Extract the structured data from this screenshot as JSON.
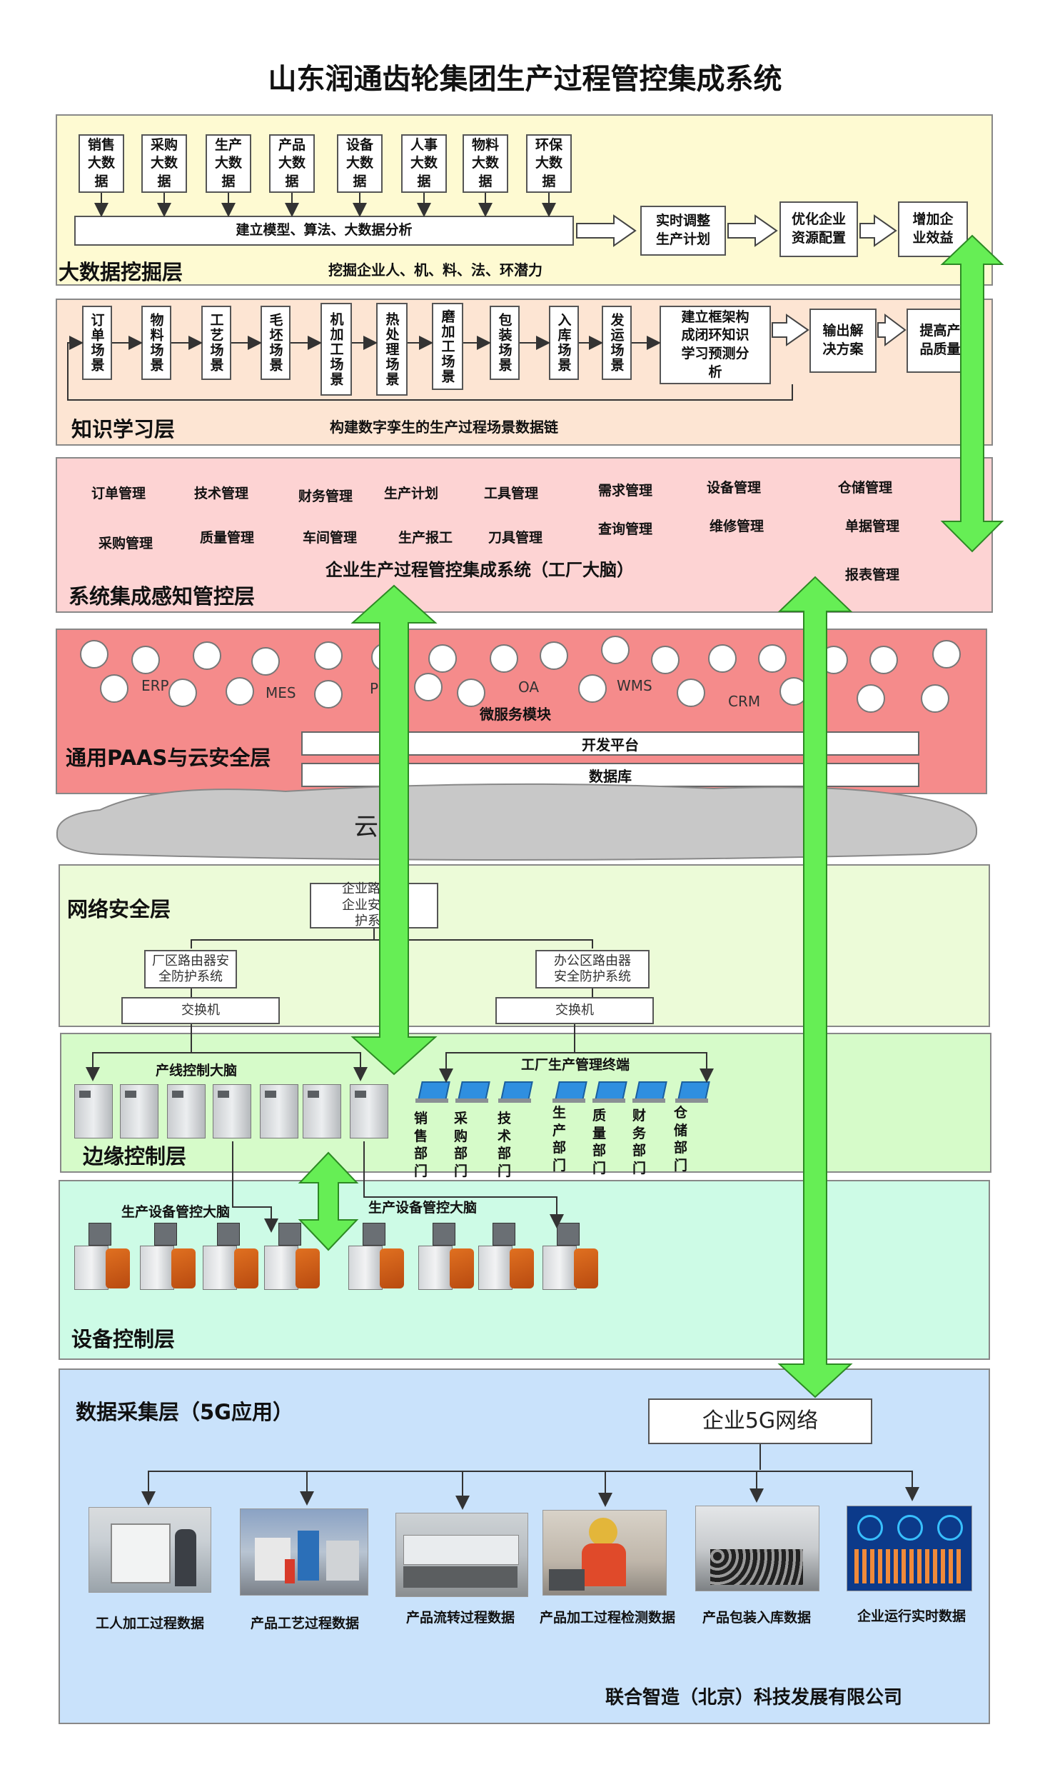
{
  "title": "山东润通齿轮集团生产过程管控集成系统",
  "bigdata": {
    "name": "大数据挖掘层",
    "sources": [
      "销售大数据",
      "采购大数据",
      "生产大数据",
      "产品大数据",
      "设备大数据",
      "人事大数据",
      "物料大数据",
      "环保大数据"
    ],
    "model": "建立模型、算法、大数据分析",
    "steps": [
      "实时调整生产计划",
      "优化企业资源配置",
      "增加企业效益"
    ],
    "subtitle": "挖掘企业人、机、料、法、环潜力"
  },
  "knowledge": {
    "name": "知识学习层",
    "scenes": [
      "订单场景",
      "物料场景",
      "工艺场景",
      "毛坯场景",
      "机加工场景",
      "热处理场景",
      "磨加工场景",
      "包装场景",
      "入库场景",
      "发运场景"
    ],
    "framework": "建立框架构成闭环知识学习预测分析",
    "steps": [
      "输出解决方案",
      "提高产品质量"
    ],
    "subtitle": "构建数字孪生的生产过程场景数据链"
  },
  "integration": {
    "name": "系统集成感知管控层",
    "items": [
      "订单管理",
      "技术管理",
      "财务管理",
      "生产计划",
      "工具管理",
      "需求管理",
      "设备管理",
      "仓储管理",
      "采购管理",
      "质量管理",
      "车间管理",
      "生产报工",
      "刀具管理",
      "查询管理",
      "维修管理",
      "单据管理",
      "报表管理"
    ],
    "center": "企业生产过程管控集成系统（工厂大脑）"
  },
  "paas": {
    "name": "通用PAAS与云安全层",
    "modules": [
      "ERP",
      "MES",
      "PDM",
      "OA",
      "WMS",
      "CRM"
    ],
    "micro": "微服务模块",
    "dev": "开发平台",
    "db": "数据库"
  },
  "cloud": "云",
  "network": {
    "name": "网络安全层",
    "enterprise_router": "企业路由器企业安全防护系统",
    "plant_router": "厂区路由器安全防护系统",
    "office_router": "办公区路由器安全防护系统",
    "switch": "交换机"
  },
  "edge": {
    "name": "边缘控制层",
    "brain": "产线控制大脑",
    "terminal": "工厂生产管理终端",
    "depts": [
      "销售部门",
      "采购部门",
      "技术部门",
      "生产部门",
      "质量部门",
      "财务部门",
      "仓储部门"
    ]
  },
  "device": {
    "name": "设备控制层",
    "brain1": "生产设备管控大脑",
    "brain2": "生产设备管控大脑"
  },
  "collect": {
    "name": "数据采集层（5G应用）",
    "net": "企业5G网络",
    "photos": [
      "工人加工过程数据",
      "产品工艺过程数据",
      "产品流转过程数据",
      "产品加工过程检测数据",
      "产品包装入库数据",
      "企业运行实时数据"
    ],
    "company": "联合智造（北京）科技发展有限公司"
  },
  "colors": {
    "bigdata": "#fefad2",
    "knowledge": "#fde5d3",
    "integration": "#fdd3d3",
    "paas": "#f58b8b",
    "network": "#ecfbd8",
    "edge": "#d6fbc9",
    "device": "#cdfbe6",
    "collect": "#c9e2fb",
    "arrow": "#66ee55"
  }
}
